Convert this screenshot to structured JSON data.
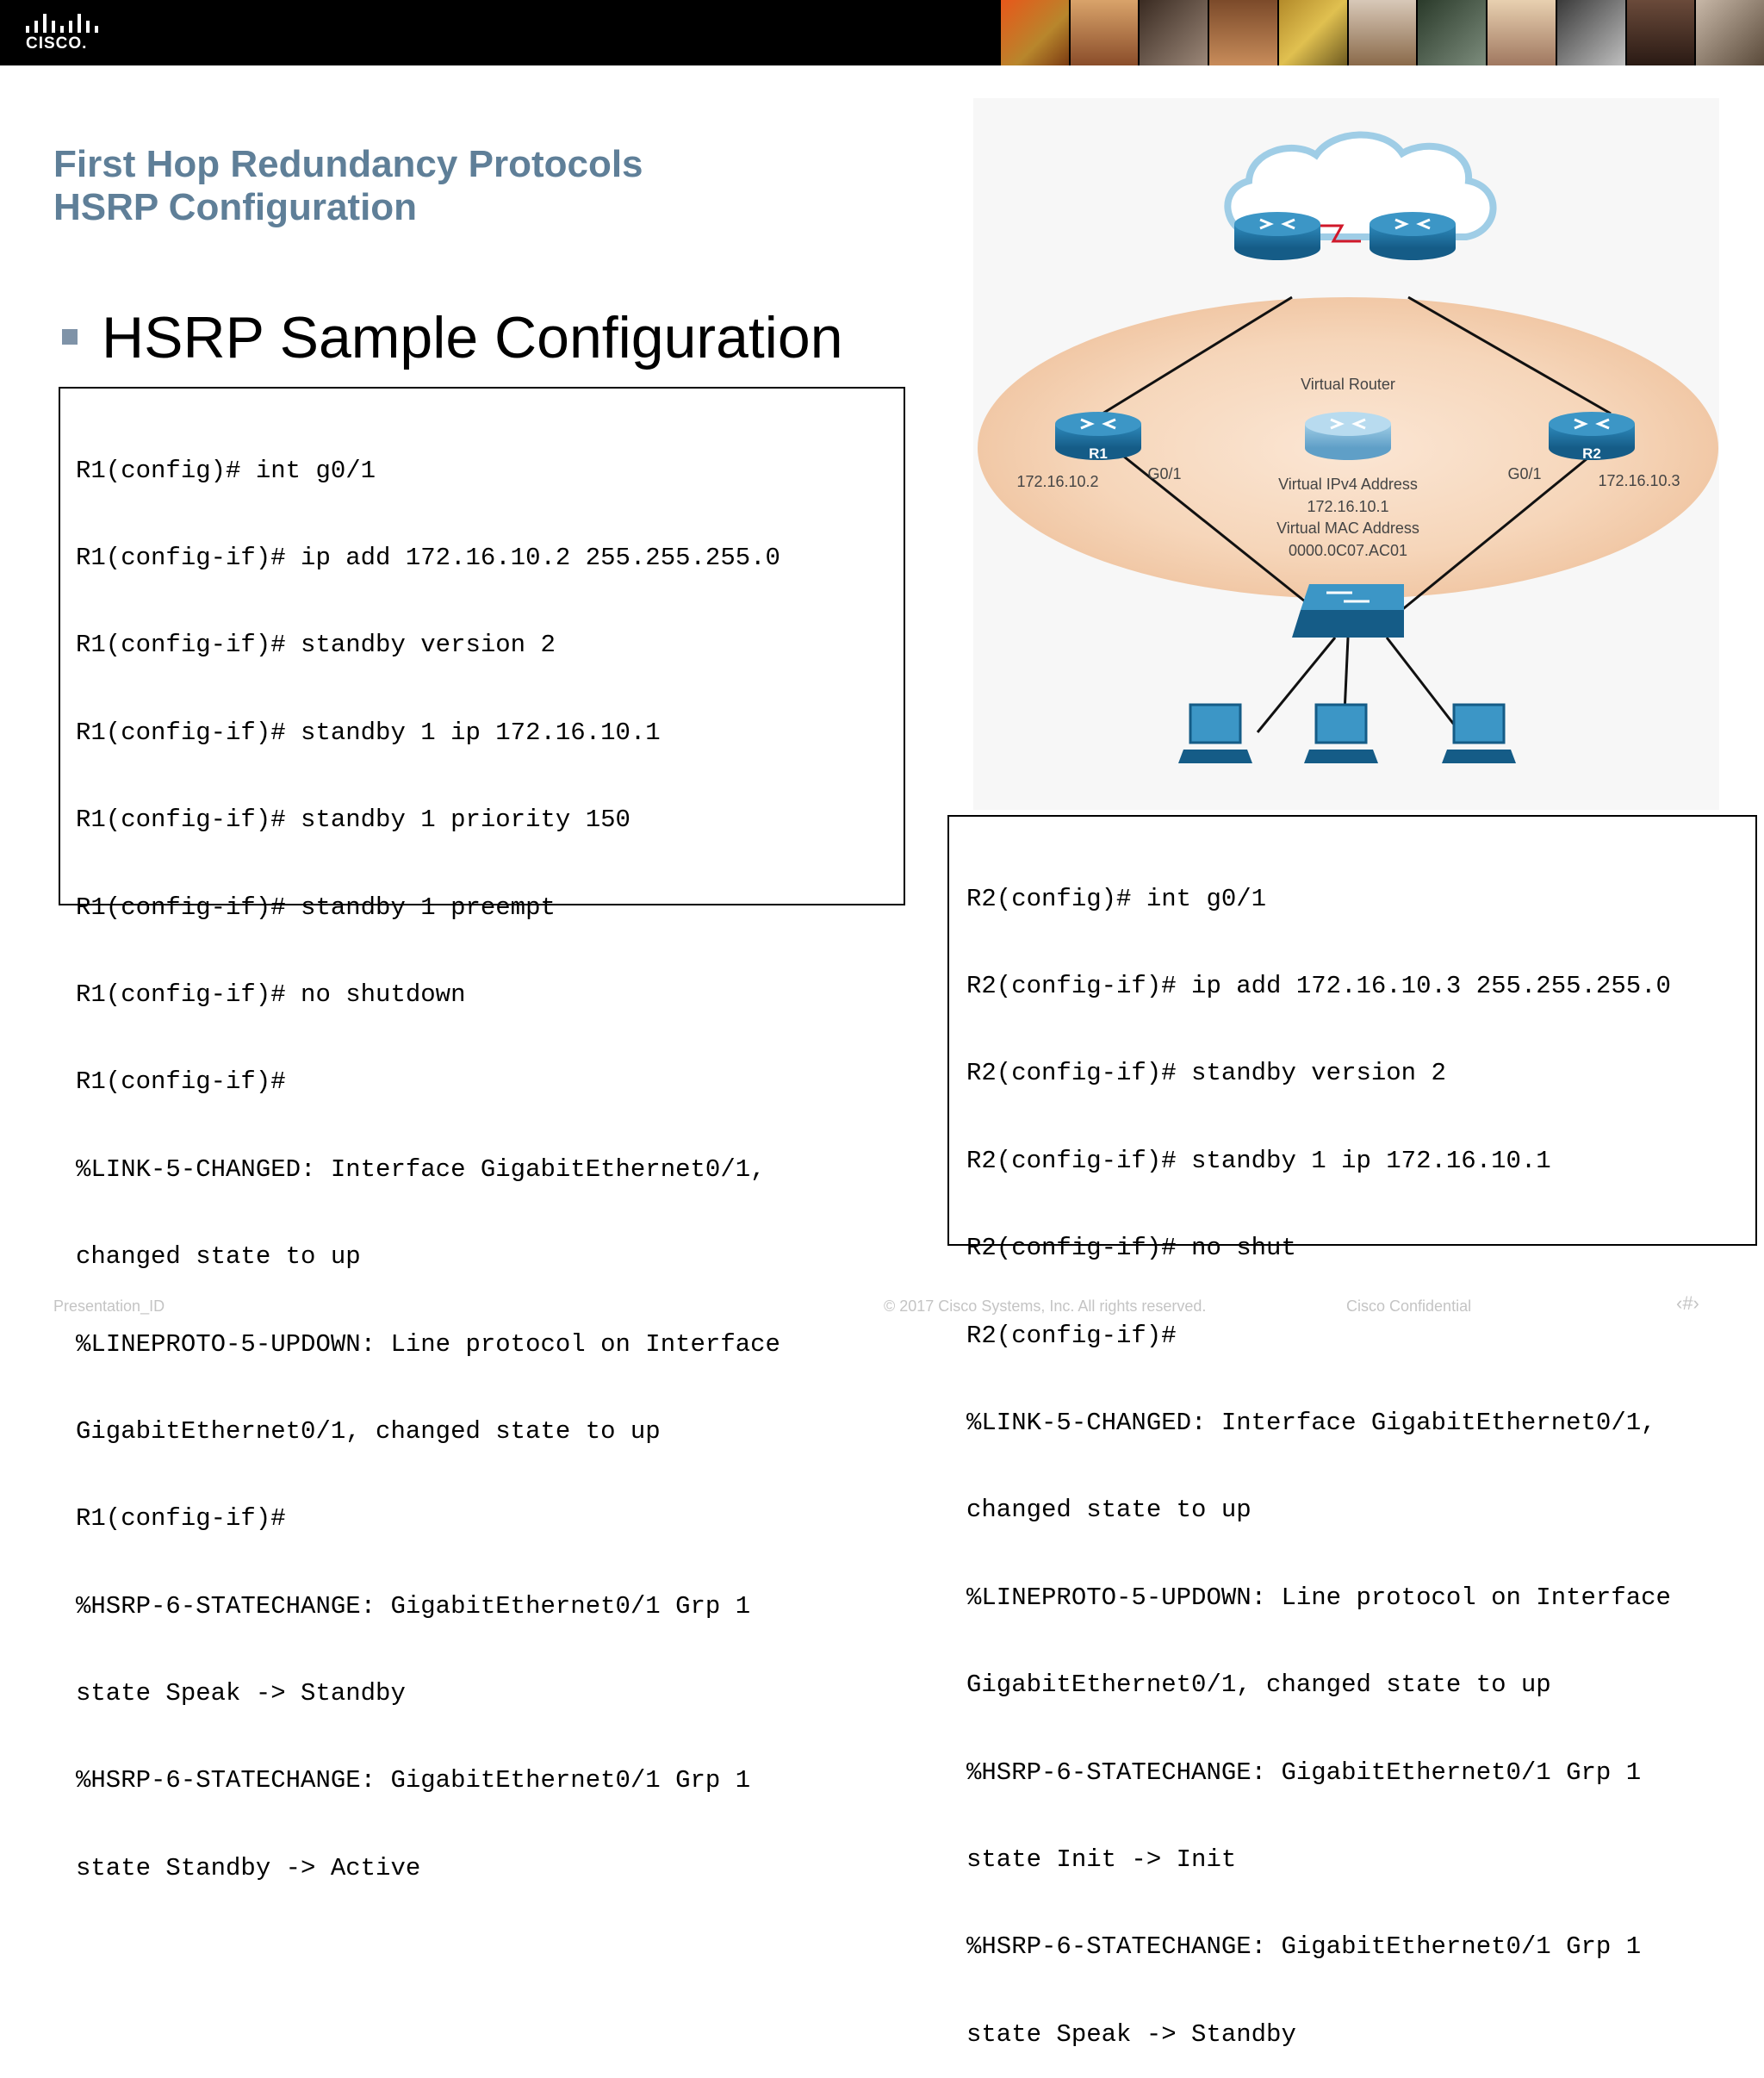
{
  "brand": {
    "logo_text": "CISCO."
  },
  "slide": {
    "title_line1": "First Hop Redundancy Protocols",
    "title_line2": "HSRP Configuration",
    "bullet": "HSRP Sample Configuration"
  },
  "r1_config": {
    "lines": [
      "R1(config)# int g0/1",
      "R1(config-if)# ip add 172.16.10.2 255.255.255.0",
      "R1(config-if)# standby version 2",
      "R1(config-if)# standby 1 ip 172.16.10.1",
      "R1(config-if)# standby 1 priority 150",
      "R1(config-if)# standby 1 preempt",
      "R1(config-if)# no shutdown",
      "R1(config-if)#",
      "%LINK-5-CHANGED: Interface GigabitEthernet0/1,",
      "changed state to up",
      "%LINEPROTO-5-UPDOWN: Line protocol on Interface",
      "GigabitEthernet0/1, changed state to up",
      "R1(config-if)#",
      "%HSRP-6-STATECHANGE: GigabitEthernet0/1 Grp 1",
      "state Speak -> Standby",
      "%HSRP-6-STATECHANGE: GigabitEthernet0/1 Grp 1",
      "state Standby -> Active"
    ]
  },
  "r2_config": {
    "lines": [
      "R2(config)# int g0/1",
      "R2(config-if)# ip add 172.16.10.3 255.255.255.0",
      "R2(config-if)# standby version 2",
      "R2(config-if)# standby 1 ip 172.16.10.1",
      "R2(config-if)# no shut",
      "R2(config-if)#",
      "%LINK-5-CHANGED: Interface GigabitEthernet0/1,",
      "changed state to up",
      "%LINEPROTO-5-UPDOWN: Line protocol on Interface",
      "GigabitEthernet0/1, changed state to up",
      "%HSRP-6-STATECHANGE: GigabitEthernet0/1 Grp 1",
      "state Init -> Init",
      "%HSRP-6-STATECHANGE: GigabitEthernet0/1 Grp 1",
      "state Speak -> Standby"
    ]
  },
  "diagram": {
    "virtual_router_label": "Virtual Router",
    "r1_label": "R1",
    "r2_label": "R2",
    "r1_ip": "172.16.10.2",
    "r2_ip": "172.16.10.3",
    "r1_port": "G0/1",
    "r2_port": "G0/1",
    "vip_label": "Virtual IPv4 Address",
    "vip": "172.16.10.1",
    "vmac_label": "Virtual MAC Address",
    "vmac": "0000.0C07.AC01"
  },
  "footer": {
    "left": "Presentation_ID",
    "center": "© 2017 Cisco Systems, Inc. All rights reserved.",
    "confidential": "Cisco Confidential",
    "page": "‹#›"
  },
  "colors": {
    "title": "#5f7f98",
    "router_blue": "#1f6f9e",
    "ellipse": "#f4d3b7"
  }
}
